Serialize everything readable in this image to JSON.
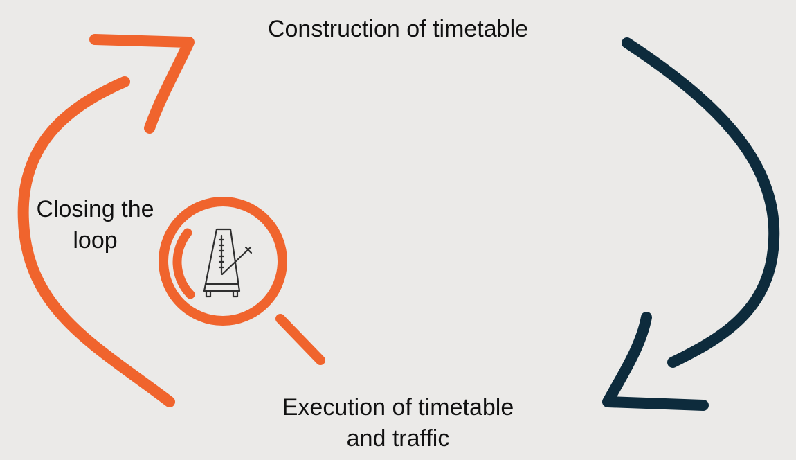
{
  "diagram": {
    "nodes": {
      "construction": "Construction of timetable",
      "execution": {
        "line1": "Execution of timetable",
        "line2": "and traffic"
      },
      "closing": {
        "line1": "Closing the",
        "line2": "loop"
      }
    },
    "edges": [
      {
        "from": "construction",
        "to": "execution",
        "color": "#0d2b3c"
      },
      {
        "from": "execution",
        "to": "construction",
        "color": "#f0642d"
      }
    ],
    "icons": [
      "magnifier-icon",
      "metronome-icon"
    ],
    "colors": {
      "background": "#ebeae8",
      "orange": "#f0642d",
      "navy": "#0d2b3c",
      "text": "#111111"
    }
  }
}
